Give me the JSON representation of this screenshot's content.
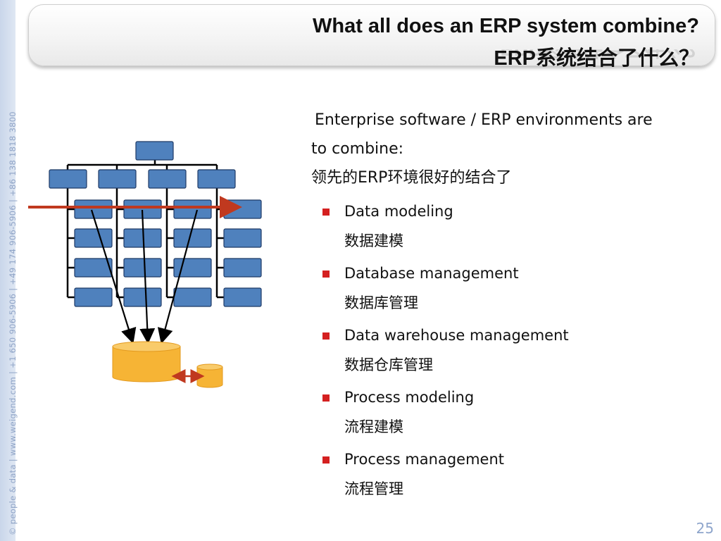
{
  "side_strip": {
    "text": "© people & data | www.weigend.com | +1 650 906-5906 | +49 174 906-5906 | +86 138 1818 3800"
  },
  "title": {
    "line1": "What all does an ERP system combine?",
    "line2": "ERP系统结合了什么？"
  },
  "intro": {
    "line1": "Enterprise software / ERP environments are",
    "line2": "to combine:",
    "line3": "领先的ERP环境很好的结合了"
  },
  "bullets": [
    {
      "en": "Data modeling",
      "zh": "数据建模"
    },
    {
      "en": "Database management",
      "zh": "数据库管理"
    },
    {
      "en": "Data warehouse management",
      "zh": "数据仓库管理"
    },
    {
      "en": "Process modeling",
      "zh": "流程建模"
    },
    {
      "en": "Process management",
      "zh": "流程管理"
    }
  ],
  "page_number": "25",
  "colors": {
    "box_fill": "#4f81bd",
    "box_stroke": "#1f3a66",
    "arrow_red": "#c0391f",
    "db_fill": "#f6b435",
    "bullet_red": "#d42020"
  },
  "icons": {
    "bullet": "red-square-bullet"
  }
}
